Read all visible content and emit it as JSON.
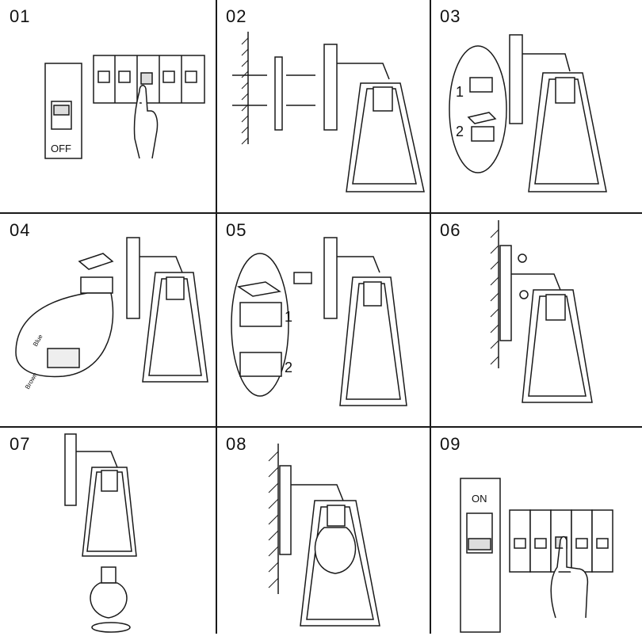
{
  "steps": [
    {
      "number": "01",
      "label": "OFF"
    },
    {
      "number": "02"
    },
    {
      "number": "03",
      "callouts": [
        "1",
        "2"
      ]
    },
    {
      "number": "04",
      "wire_labels": [
        "Blue",
        "Brown"
      ]
    },
    {
      "number": "05",
      "callouts": [
        "1",
        "2"
      ]
    },
    {
      "number": "06"
    },
    {
      "number": "07"
    },
    {
      "number": "08"
    },
    {
      "number": "09",
      "label": "ON"
    }
  ],
  "colors": {
    "line": "#1a1a1a",
    "fill": "#ffffff",
    "shade": "#d9d9d9"
  }
}
